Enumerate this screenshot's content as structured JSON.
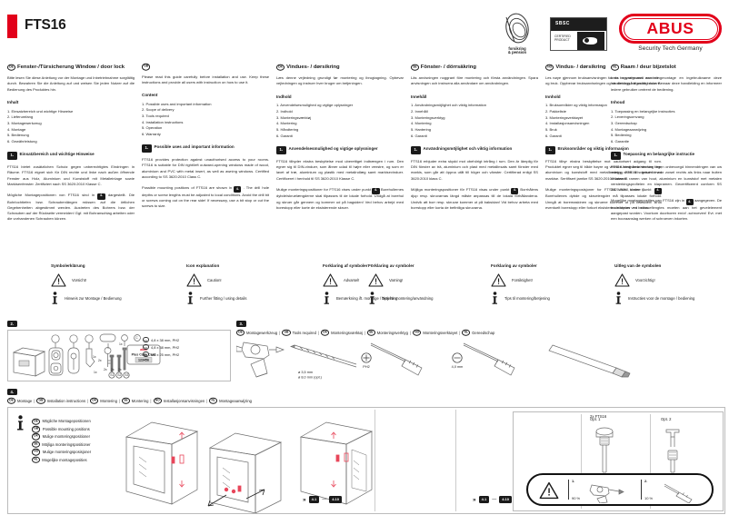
{
  "header": {
    "model": "FTS16",
    "logos": {
      "forsikring": "forsikring\n& pension",
      "forsikring_line1": "forsikring",
      "forsikring_line2": "& pension",
      "sbsc_top": "SBSC",
      "sbsc_left": "CERTIFIED\nPRODUCT",
      "sbsc_left_line1": "CERTIFIED",
      "sbsc_left_line2": "PRODUCT",
      "abus_word": "ABUS",
      "abus_tagline": "Security Tech Germany"
    }
  },
  "languages": [
    {
      "code": "DE",
      "title": "Fenster-/Türsicherung Window / door lock",
      "intro": "Bitte lesen Sie diese Anleitung vor der Montage und Inbetriebnahme sorgfältig durch. Bewahren Sie die Anleitung auf und weisen Sie jeden Nutzer auf die Bedienung des Produktes hin.",
      "toc_heading": "Inhalt",
      "toc": [
        "1. Einsatzbereich und wichtige Hinweise",
        "2. Lieferumfang",
        "3. Montagewerkzeug",
        "4. Montage",
        "5. Bedienung",
        "6. Gewährleistung"
      ],
      "section1_number": "1.",
      "section1_title": "Einsatzbereich und wichtige Hinweise",
      "para1": "FTS16 bietet zusätzlichen Schutz gegen unberechtigtes Eindringen in Räume. FTS16 eignet sich für DIN rechte und linke nach außen öffnende Fenster aus Holz, Aluminium und Kunststoff mit Metalleinlage sowie Markisenfenster. Zertifiziert nach SS 3620:2010 Klasse C.",
      "para2_pre": "Mögliche Montagepositionen von FTS16 sind in",
      "para2_badge": "4.",
      "para2_post": "dargestellt. Die Bohrlochtiefen bzw. Schraubenlängen müssen auf die örtlichen Gegebenheiten abgestimmt werden. Austreten des Bohrers bzw. der Schrauben auf der Rückseite vermeiden! Ggf. mit Bohranschlag arbeiten oder die vorhandenen Schrauben kürzen."
    },
    {
      "code": "GB",
      "title": "",
      "intro": "Please read this guide carefully before installation and use. Keep these instructions and provide all users with instruction on how to use it.",
      "toc_heading": "Content",
      "toc": [
        "1. Possible uses and important information",
        "2. Scope of delivery",
        "3. Tools required",
        "4. Installation instructions",
        "5. Operation",
        "6. Warranty"
      ],
      "section1_number": "1.",
      "section1_title": "Possible uses and important information",
      "para1": "FTS16 provides protection against unauthorised access to your rooms. FTS16 is suitable for DIN right/left outward-opening windows made of wood, aluminium and PVC with metal insert, as well as awning windows. Certified according to SS 3620:2010 Class C.",
      "para2_pre": "Possible mounting positions of FTS16 are shown in",
      "para2_badge": "4.",
      "para2_post": ". The drill hole depths or screw lengths must be adjusted to local conditions. Avoid the drill bit or screws coming out on the rear side! If necessary, use a bit stop or cut the screws to size."
    },
    {
      "code": "DK",
      "title": "Vindues- / dørsikring",
      "intro": "Læs denne vejledning grundigt før montering og ibrugtagning. Opbevar vejledningen og instruer hver bruger om betjeningen.",
      "toc_heading": "Indhold",
      "toc": [
        "1. Anvendelsesmulighed og vigtige oplysninger",
        "2. Indhold",
        "3. Monteringsværktøj",
        "4. Montering",
        "5. Håndtering",
        "6. Garanti"
      ],
      "section1_number": "1.",
      "section1_title": "Anvendelsesmulighed og vigtige oplysninger",
      "para1": "FTS16 tilbyder ekstra beskyttelse mod uberettiget indtrængen i rum. Den egner sig til DIN-vinduer, som åbner udad til højre eller venstre, og som er lavet af træ, aluminium og plastik med metalindlæg samt markisevinduer. Certificeret i henhold til SS 3620:2010 Klasse C.",
      "para2_pre": "Mulige monteringspositioner for FTS16 vises under punkt",
      "para2_badge": "4.",
      "para2_post": "Borehullernes dybde/skruelængderne skal tilpasses til de lokale forhold. Undgå at borehul og skruer går gennem og kommer ud på bagsiden! Ved behov arbejd med borestopp eller korte de eksisterende skruer."
    },
    {
      "code": "SE",
      "title": "Fönster- / dörrsäkring",
      "intro": "Läs anvisningen noggrant före montering och första användningen. Spara anvisningen och instruera alla användare om användningen.",
      "toc_heading": "Innehåll",
      "toc": [
        "1. Användningsmöjlighet och viktig information",
        "2. Innehåll",
        "3. Monteringsverktyg",
        "4. Montering",
        "5. Hantering",
        "6. Garanti"
      ],
      "section1_number": "1.",
      "section1_title": "Användningsmöjlighet och viktig information",
      "para1": "FTS16 erbjuder extra skydd mot obehörigt intrång i rum. Den är lämplig för DIN fönster av trä, aluminium och plast med metallinsats samt fönster med markis, som går att öppna utåt till höger och vänster. Certifierad enligt SS 3620:2010 klass C.",
      "para2_pre": "Möjliga monteringspositioner för FTS16 visas under punkt",
      "para2_badge": "4.",
      "para2_post": "Borrhålens djup resp. skruvarnas längd måste anpassas till de lokala förhållandena. Undvik att borr resp. skruvar kommer ut på baksidan! Vid behov arbeta med borrstopp eller korta de befintliga skruvarna."
    },
    {
      "code": "NO",
      "title": "Vindus- / dørsikring",
      "intro": "Les nøye gjennom bruksanvisningen før du begynner med montering og bruk. Oppbevar bruksanvisningen og vis den også til andre brukere.",
      "toc_heading": "Innhold",
      "toc": [
        "1. Bruksområder og viktig informasjon",
        "2. Pakkeliste",
        "3. Monteringsverktøyet",
        "4. Installasjonsanvisningen",
        "5. Bruk",
        "6. Garanti"
      ],
      "section1_number": "1.",
      "section1_title": "Bruksområder og viktig informasjon",
      "para1": "FTS16 tilbyr ekstra beskyttelse mot uautorisert adgang til rom. Produktet egner seg til både høyre og venstre-hengslede vinduer i tre, aluminium og kunststoff med metallinnlegg samt til vinduer med markise. Sertifisert jamfør SS 3620:2010 Klasse C.",
      "para2_pre": "Mulige monteringsposisjoner for FTS16 vises under punkt",
      "para2_badge": "4.",
      "para2_post": "Borehullenes dybde og skruelengder må tilpasses lokale forhold. Unngå at boremaskinen og skruene kommer ut på baksiden! Bruk eventuelt borestopp eller forkort eksisterende skruer ved behov."
    },
    {
      "code": "NL",
      "title": "Raam / deur bijzetslot",
      "intro": "Lees voorafgaand aan de montage en ingebruikname deze handleiding zorgvuldig door. Bewaar deze handleiding en informeer iedere gebruiker omtrent de bediening.",
      "toc_heading": "Inhoud",
      "toc": [
        "1. Toepassing en belangrijke instructies",
        "2. Leveringsomvang",
        "3. Gereedschap",
        "4. Montageaanwijzing",
        "5. Bediening",
        "6. Garantie"
      ],
      "section1_number": "1.",
      "section1_title": "Toepassing en belangrijke instructie",
      "para1": "FTS16 biedt bescherming tegen onbevoegd binnendringen van uw woning. FTS16 is geschikt voor zowel rechts als links naar buiten draaiende ramen van hout, aluminium en kunststof met metalen versterkingsprofielen en klapramen. Gecertificeerd conform SS 3620:2010, klasse C.",
      "para2_pre": "Mogelijke montageposities van FTS16 zijn in",
      "para2_badge": "4.",
      "para2_post": "aangegeven. De boordieptes en schroeflengtes moeten aan het gevelelement aangepast worden. Voorkom doorboren en/of -schroeven! Evt. met een booraanslag werken of schroeven inkorten."
    }
  ],
  "symbol_groups": [
    {
      "title": "Symbolerklärung",
      "warning": "Vorsicht!",
      "info": "Hinweis zur Montage / Bedienung"
    },
    {
      "title": "Icon explanation",
      "warning": "Caution!",
      "info": "Further fitting / using details"
    },
    {
      "title": "Forklaring af symboler",
      "warning": "Advarsel!",
      "info": "Bemærkning ift. montage / betjening"
    },
    {
      "title": "Förklaring av symboler",
      "warning": "Varning!",
      "info": "Tips för montering/användning"
    },
    {
      "title": "Forklaring av symboler",
      "warning": "Forsiktighet!",
      "info": "Tips til montering/betjening"
    },
    {
      "title": "Uitleg van de symbolen",
      "warning": "Voorzichtig!",
      "info": "Instructies voor de montage / bediening"
    }
  ],
  "section2": {
    "number": "2.",
    "code_card_brand": "abus",
    "code_card_label": "Plus Code Card",
    "code_card_value": "123456",
    "dorma_label": "DORMA",
    "qty_body": "1x",
    "qty_cylinder": "1x",
    "qty_lever": "1x",
    "qty_key": "2x",
    "qty_card": "1x",
    "qty_s1": "2x",
    "qty_s2": "2x",
    "qty_s3": "2x",
    "screws": [
      {
        "ref": "S1",
        "spec": "4,8 x 38 mm, PH2"
      },
      {
        "ref": "S2",
        "spec": "4,8 x 38 mm, PH2"
      },
      {
        "ref": "S3",
        "spec": "M5 x 25 mm, PH2"
      }
    ]
  },
  "section3": {
    "number": "3.",
    "labels": [
      {
        "code": "DE",
        "text": "Montagewerkzeug"
      },
      {
        "code": "GB",
        "text": "Tools required"
      },
      {
        "code": "DK",
        "text": "Monteringsværktøj"
      },
      {
        "code": "SE",
        "text": "Monteringsverktyg"
      },
      {
        "code": "NO",
        "text": "Monteringsverktøyet"
      },
      {
        "code": "NL",
        "text": "Gereedschap"
      }
    ],
    "drill_spec_1": "ø 3,5 mm",
    "drill_spec_2": "ø 8,0 mm (opt.)",
    "bit_ph2": "PH2",
    "flat_spec": "4,0 mm"
  },
  "section4": {
    "number": "4.",
    "labels": [
      {
        "code": "DE",
        "text": "Montage"
      },
      {
        "code": "GB",
        "text": "Installation instructions"
      },
      {
        "code": "DK",
        "text": "Montering"
      },
      {
        "code": "SE",
        "text": "Montering"
      },
      {
        "code": "NO",
        "text": "Installasjonsanvisningen"
      },
      {
        "code": "NL",
        "text": "Montageaanwijzing"
      }
    ],
    "mount_positions": [
      {
        "code": "DE",
        "text": "Mögliche Montagepositionen"
      },
      {
        "code": "GB",
        "text": "Possible mounting positions"
      },
      {
        "code": "DK",
        "text": "Mulige monteringspositioner"
      },
      {
        "code": "SE",
        "text": "Möjliga monteringspositioner"
      },
      {
        "code": "NO",
        "text": "Mulige monteringsposisjoner"
      },
      {
        "code": "NL",
        "text": "Mogelijke montageposities"
      }
    ],
    "qty_note": "2x FTS16",
    "step_from": "4.1",
    "step_to": "4.10",
    "opt1": "Opt. 1",
    "opt2": "Opt. 2",
    "warn_item1_num": "1.",
    "warn_item1_pct": "90 %",
    "warn_item2_num": "2.",
    "warn_item2_pct": "10 %"
  },
  "colors": {
    "brand_red": "#e2001a",
    "ink": "#1a1a1a",
    "line": "#6b6b6b",
    "accent_pink": "#e8465a"
  }
}
